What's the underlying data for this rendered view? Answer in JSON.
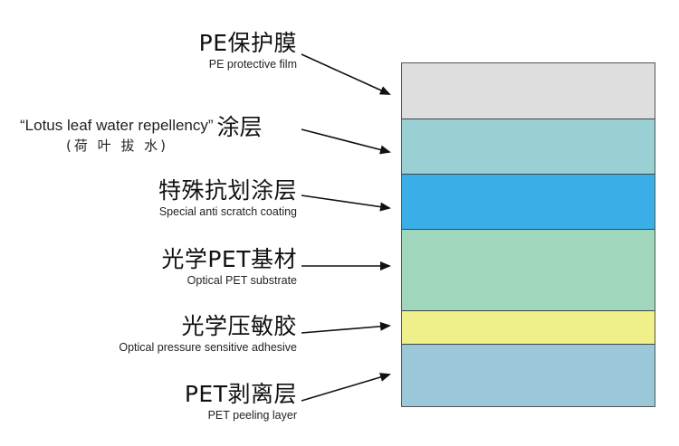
{
  "layers": [
    {
      "zh": "PE保护膜",
      "en": "PE protective film",
      "color": "#dedede"
    },
    {
      "zh": "“Lotus leaf water repellency” 涂层",
      "zh_main": "涂层",
      "en_lead": "“Lotus leaf water repellency”",
      "en": "(荷 叶 拔 水)",
      "color": "#98d0d4"
    },
    {
      "zh": "特殊抗划涂层",
      "en": "Special anti scratch coating",
      "color": "#3aaee6"
    },
    {
      "zh": "光学PET基材",
      "en": "Optical PET substrate",
      "color": "#9fd6bc"
    },
    {
      "zh": "光学压敏胶",
      "en": "Optical pressure sensitive adhesive",
      "color": "#f0f08a"
    },
    {
      "zh": "PET剥离层",
      "en": "PET peeling layer",
      "color": "#9ac8d8"
    }
  ]
}
